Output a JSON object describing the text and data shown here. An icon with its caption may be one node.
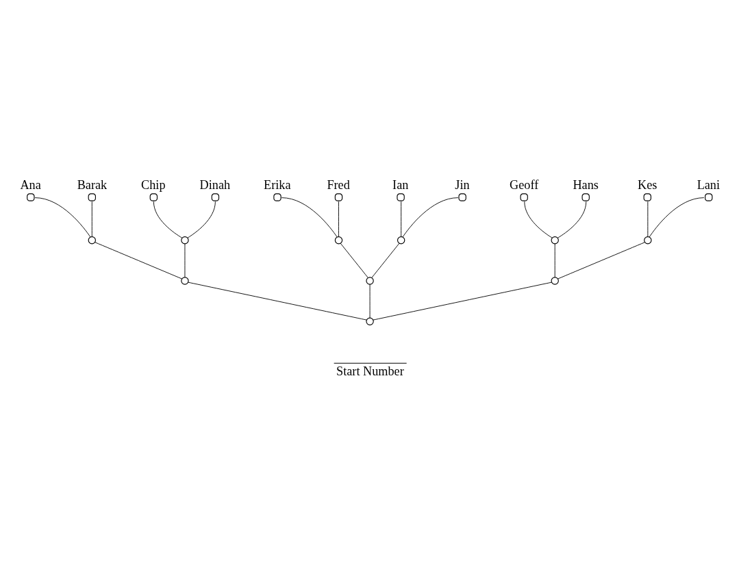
{
  "diagram": {
    "nodes": [
      {
        "text": [],
        "shape": "circle"
      },
      {
        "text": [],
        "shape": "circle"
      },
      {
        "text": [],
        "shape": "circle"
      },
      {
        "text": [],
        "shape": "circle"
      },
      {
        "text": [],
        "shape": "circle"
      },
      {
        "text": [],
        "shape": "circle"
      },
      {
        "text": [],
        "shape": "circle"
      },
      {
        "text": [],
        "shape": "circle"
      },
      {
        "text": [],
        "shape": "circle"
      },
      {
        "text": [],
        "shape": "circle"
      },
      {
        "text": [
          "Ana"
        ]
      },
      {
        "text": [
          "Barak"
        ]
      },
      {
        "text": [
          "Chip"
        ]
      },
      {
        "text": [
          "Dinah"
        ]
      },
      {
        "text": [
          "Erika"
        ]
      },
      {
        "text": [
          "Fred"
        ]
      },
      {
        "text": [
          "Ian"
        ]
      },
      {
        "text": [
          "Jin"
        ]
      },
      {
        "text": [
          "Geoff"
        ]
      },
      {
        "text": [
          "Hans"
        ]
      },
      {
        "text": [
          "Kes"
        ]
      },
      {
        "text": [
          "Lani"
        ]
      }
    ],
    "edges": [
      {
        "from": 0,
        "to": 1,
        "arrow": "none"
      },
      {
        "from": 0,
        "to": 2,
        "arrow": "none"
      },
      {
        "from": 0,
        "to": 3,
        "arrow": "none"
      },
      {
        "from": 1,
        "to": 4,
        "arrow": "none"
      },
      {
        "from": 1,
        "to": 5,
        "arrow": "none"
      },
      {
        "from": 2,
        "to": 6,
        "arrow": "none"
      },
      {
        "from": 2,
        "to": 7,
        "arrow": "none"
      },
      {
        "from": 3,
        "to": 8,
        "arrow": "none"
      },
      {
        "from": 3,
        "to": 9,
        "arrow": "none"
      },
      {
        "from": 4,
        "to": 10,
        "arrow": "none"
      },
      {
        "from": 4,
        "to": 11,
        "arrow": "none"
      },
      {
        "from": 5,
        "to": 12,
        "arrow": "none"
      },
      {
        "from": 5,
        "to": 13,
        "arrow": "none"
      },
      {
        "from": 6,
        "to": 14,
        "arrow": "none"
      },
      {
        "from": 6,
        "to": 15,
        "arrow": "none"
      },
      {
        "from": 7,
        "to": 16,
        "arrow": "none"
      },
      {
        "from": 7,
        "to": 17,
        "arrow": "none"
      },
      {
        "from": 8,
        "to": 18,
        "arrow": "none"
      },
      {
        "from": 8,
        "to": 19,
        "arrow": "none"
      },
      {
        "from": 9,
        "to": 20,
        "arrow": "none"
      },
      {
        "from": 9,
        "to": 21,
        "arrow": "none"
      }
    ],
    "labels": [
      "Start Number"
    ]
  }
}
